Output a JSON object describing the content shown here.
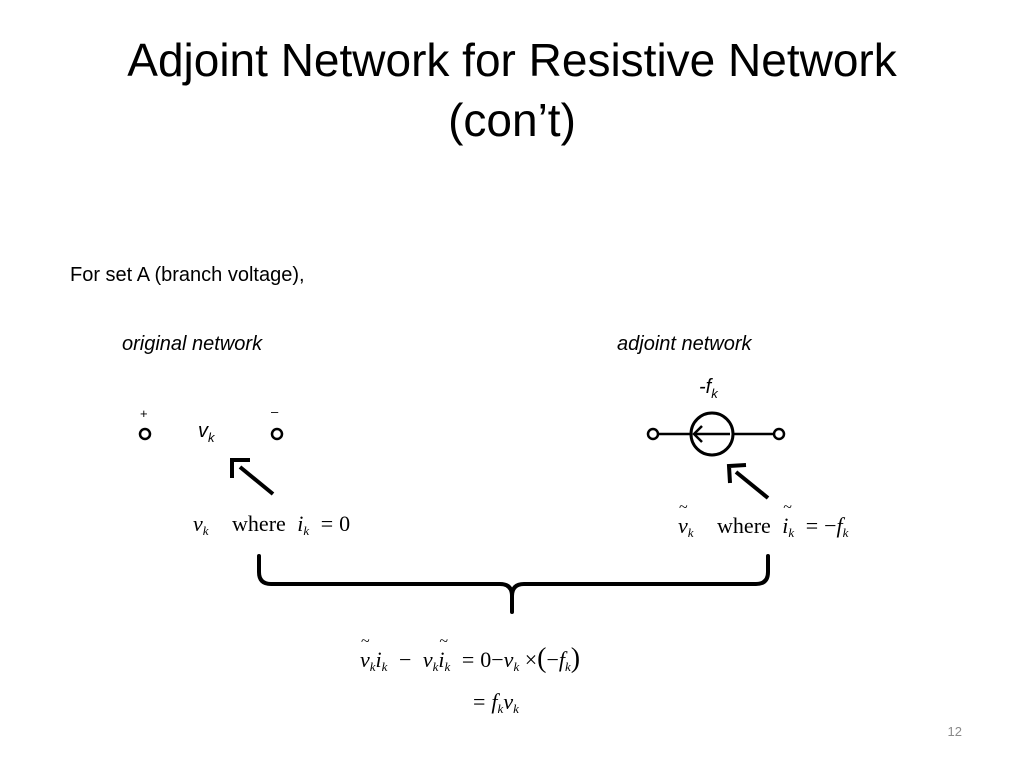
{
  "slide": {
    "title_line1": "Adjoint Network for Resistive Network",
    "title_line2": "(con’t)",
    "intro": "For set A (branch voltage),",
    "slide_number": "12"
  },
  "original": {
    "caption": "original network",
    "plus_label": "+",
    "minus_label": "–",
    "voltage_symbol": "v",
    "voltage_subscript": "k",
    "formula": {
      "var": "v",
      "var_sub": "k",
      "where": "where",
      "cond_var": "i",
      "cond_sub": "k",
      "eq": "=",
      "rhs": "0"
    }
  },
  "adjoint": {
    "caption": "adjoint network",
    "source_label": "-f",
    "source_subscript": "k",
    "formula": {
      "var": "v",
      "var_sub": "k",
      "where": "where",
      "cond_var": "i",
      "cond_sub": "k",
      "eq": "=",
      "rhs_sign": "−",
      "rhs_var": "f",
      "rhs_sub": "k"
    }
  },
  "result": {
    "line1": {
      "t1_var": "v",
      "t1_sub": "k",
      "t1_var2": "i",
      "t1_sub2": "k",
      "minus": "−",
      "t2_var": "v",
      "t2_sub": "k",
      "t2_var2": "i",
      "t2_sub2": "k",
      "eq": "=",
      "zero": "0",
      "minus2": "−",
      "t3_var": "v",
      "t3_sub": "k",
      "times": "×",
      "lparen": "(",
      "neg": "−",
      "t4_var": "f",
      "t4_sub": "k",
      "rparen": ")"
    },
    "line2": {
      "eq": "=",
      "t1_var": "f",
      "t1_sub": "k",
      "t2_var": "v",
      "t2_sub": "k"
    }
  }
}
